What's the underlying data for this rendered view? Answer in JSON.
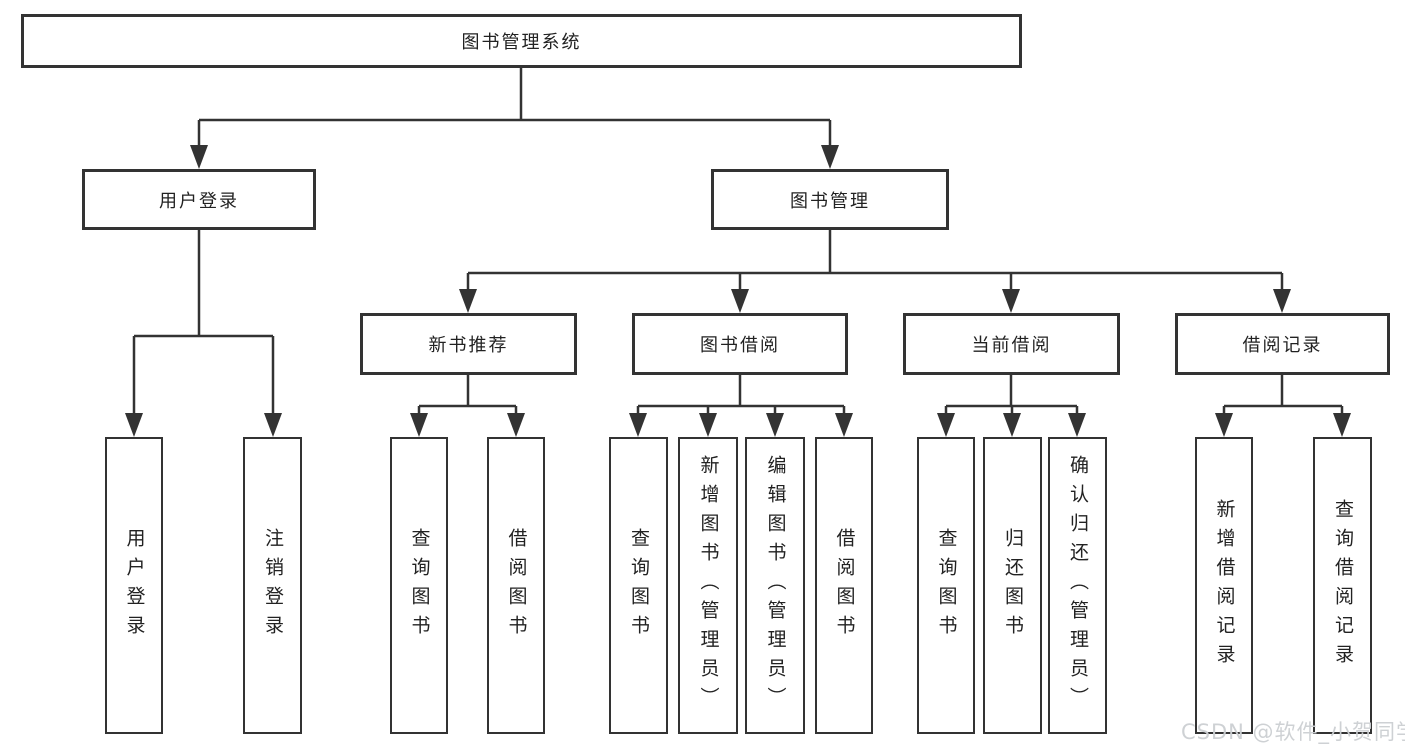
{
  "diagram": {
    "root": {
      "label": "图书管理系统",
      "children": [
        {
          "label": "用户登录",
          "children": [
            {
              "label": "用户登录"
            },
            {
              "label": "注销登录"
            }
          ]
        },
        {
          "label": "图书管理",
          "children": [
            {
              "label": "新书推荐",
              "children": [
                {
                  "label": "查询图书"
                },
                {
                  "label": "借阅图书"
                }
              ]
            },
            {
              "label": "图书借阅",
              "children": [
                {
                  "label": "查询图书"
                },
                {
                  "label": "新增图书（管理员）"
                },
                {
                  "label": "编辑图书（管理员）"
                },
                {
                  "label": "借阅图书"
                }
              ]
            },
            {
              "label": "当前借阅",
              "children": [
                {
                  "label": "查询图书"
                },
                {
                  "label": "归还图书"
                },
                {
                  "label": "确认归还（管理员）"
                }
              ]
            },
            {
              "label": "借阅记录",
              "children": [
                {
                  "label": "新增借阅记录"
                },
                {
                  "label": "查询借阅记录"
                }
              ]
            }
          ]
        }
      ]
    }
  },
  "watermark": "CSDN @软件_小贺同学",
  "colors": {
    "line": "#333333",
    "text": "#222222",
    "background": "#ffffff",
    "watermark": "#cdd0d3"
  }
}
